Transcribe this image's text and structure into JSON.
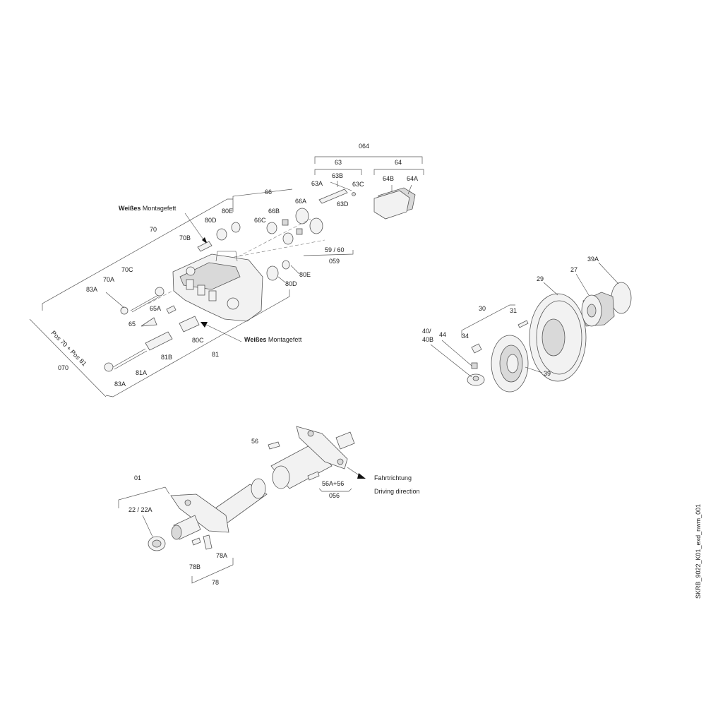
{
  "labels": {
    "l064": "064",
    "l63": "63",
    "l64": "64",
    "l63B": "63B",
    "l63A": "63A",
    "l63C": "63C",
    "l63D": "63D",
    "l64B": "64B",
    "l64A": "64A",
    "l66": "66",
    "l66A": "66A",
    "l66B": "66B",
    "l66C": "66C",
    "l70": "70",
    "l80E_top": "80E",
    "l80D_top": "80D",
    "l70B": "70B",
    "l5960": "59 / 60",
    "l059": "059",
    "l80E_mid": "80E",
    "l80D_mid": "80D",
    "l70C": "70C",
    "l70A": "70A",
    "l83A_top": "83A",
    "l65A": "65A",
    "l65": "65",
    "l80C": "80C",
    "l81B": "81B",
    "l81": "81",
    "l81A": "81A",
    "l83A_bot": "83A",
    "l070": "070",
    "lpos": "Pos 70 + Pos 81",
    "l39A": "39A",
    "l27": "27",
    "l29": "29",
    "l30": "30",
    "l31": "31",
    "l4040B_a": "40/",
    "l4040B_b": "40B",
    "l44": "44",
    "l34": "34",
    "l39": "39",
    "l56": "56",
    "l56A56": "56A+56",
    "l056": "056",
    "l01": "01",
    "l2222A": "22 / 22A",
    "l78A": "78A",
    "l78B": "78B",
    "l78": "78"
  },
  "notes": {
    "grease_bold": "Weißes",
    "grease_rest": "Montagefett",
    "dir_de": "Fahrtrichtung",
    "dir_en": "Driving direction"
  },
  "drawing_id": "SKRB_9022_K01_exd_nwm_001"
}
